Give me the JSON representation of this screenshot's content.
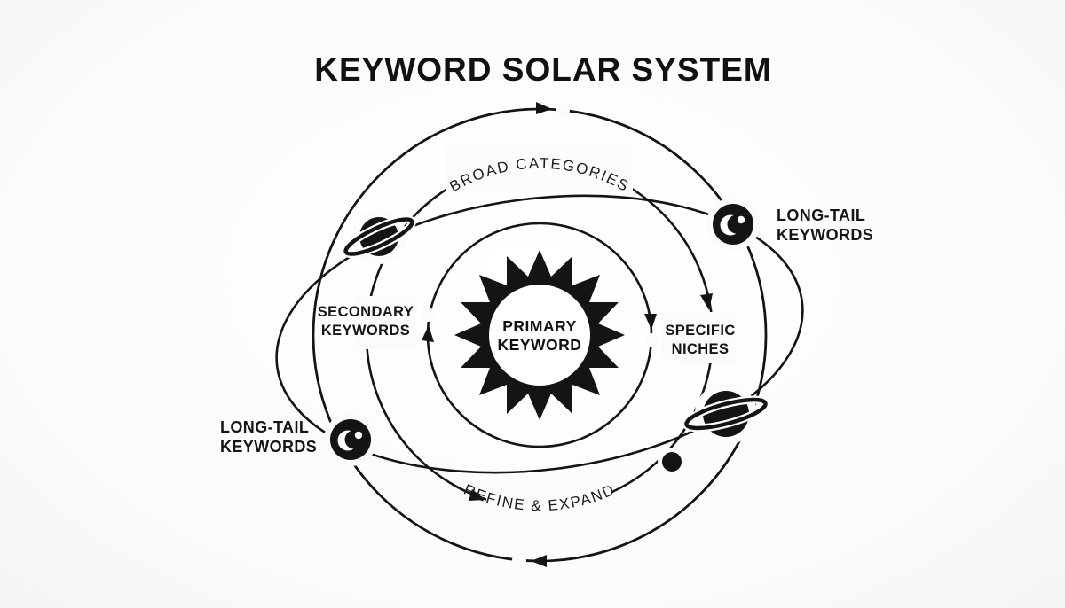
{
  "title": "KEYWORD SOLAR SYSTEM",
  "sun": {
    "line1": "PRIMARY",
    "line2": "KEYWORD"
  },
  "orbit_labels": {
    "top_arc": "BROAD CATEGORIES",
    "bottom_arc": "REFINE & EXPAND"
  },
  "labels": {
    "secondary": {
      "line1": "SECONDARY",
      "line2": "KEYWORDS"
    },
    "specific": {
      "line1": "SPECIFIC",
      "line2": "NICHES"
    },
    "longtail_top_right": {
      "line1": "LONG-TAIL",
      "line2": "KEYWORDS"
    },
    "longtail_bottom_left": {
      "line1": "LONG-TAIL",
      "line2": "KEYWORDS"
    }
  },
  "icons": {
    "sun": "sun-burst",
    "ringed_planet_top_left": "saturn-planet",
    "ringed_planet_bottom_right": "saturn-planet",
    "moon_top_right": "crescent-moon",
    "moon_bottom_left": "crescent-moon",
    "small_planet": "dot-planet"
  },
  "colors": {
    "ink": "#141414",
    "background": "#fbfbfb"
  }
}
